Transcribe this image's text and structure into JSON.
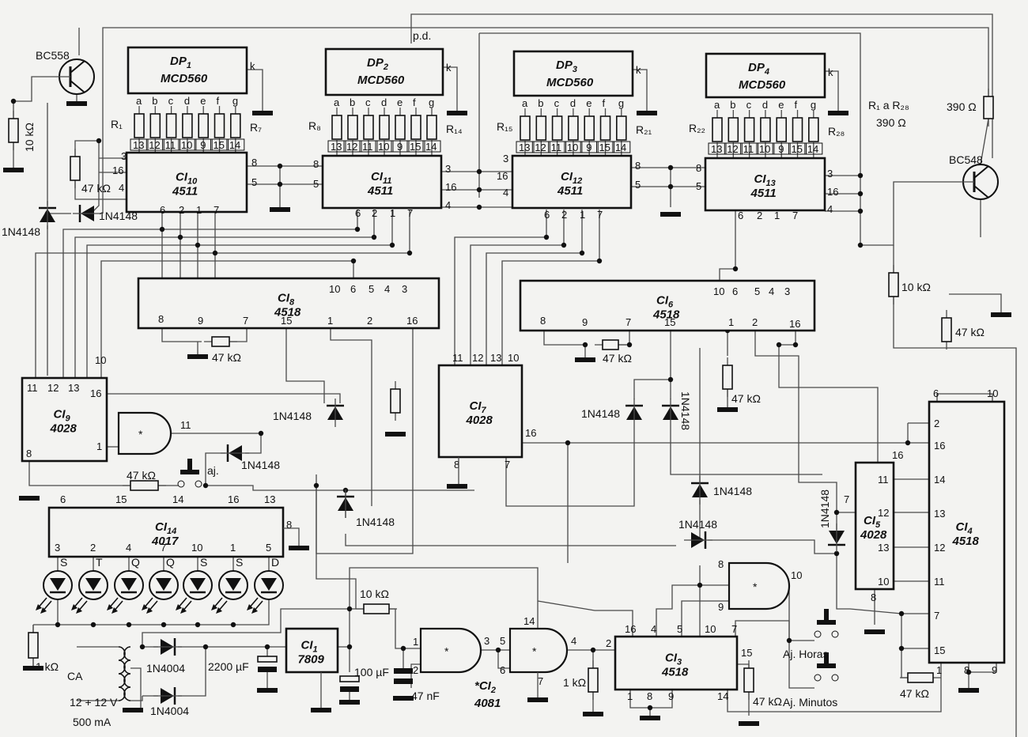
{
  "colors": {
    "ink": "#111111",
    "wire": "#4a4a4a",
    "paper": "#f3f3f1"
  },
  "displays": [
    {
      "name": "DP",
      "sub": "1",
      "part": "MCD560",
      "k": "k",
      "segments": [
        "a",
        "b",
        "c",
        "d",
        "e",
        "f",
        "g"
      ]
    },
    {
      "name": "DP",
      "sub": "2",
      "part": "MCD560",
      "k": "k",
      "segments": [
        "a",
        "b",
        "c",
        "d",
        "e",
        "f",
        "g"
      ]
    },
    {
      "name": "DP",
      "sub": "3",
      "part": "MCD560",
      "k": "k",
      "segments": [
        "a",
        "b",
        "c",
        "d",
        "e",
        "f",
        "g"
      ]
    },
    {
      "name": "DP",
      "sub": "4",
      "part": "MCD560",
      "k": "k",
      "segments": [
        "a",
        "b",
        "c",
        "d",
        "e",
        "f",
        "g"
      ]
    }
  ],
  "resistor_arrays": [
    {
      "first": "R₁",
      "last": "R₇",
      "pins": [
        "13",
        "12",
        "11",
        "10",
        "9",
        "15",
        "14"
      ]
    },
    {
      "first": "R₈",
      "last": "R₁₄",
      "pins": [
        "13",
        "12",
        "11",
        "10",
        "9",
        "15",
        "14"
      ]
    },
    {
      "first": "R₁₅",
      "last": "R₂₁",
      "pins": [
        "13",
        "12",
        "11",
        "10",
        "9",
        "15",
        "14"
      ]
    },
    {
      "first": "R₂₂",
      "last": "R₂₈",
      "pins": [
        "13",
        "12",
        "11",
        "10",
        "9",
        "15",
        "14"
      ]
    }
  ],
  "ics": [
    {
      "id": "ci10",
      "name": "CI",
      "sub": "10",
      "part": "4511",
      "pins": [
        "3",
        "16",
        "4",
        "8",
        "5",
        "6",
        "2",
        "1",
        "7"
      ]
    },
    {
      "id": "ci11",
      "name": "CI",
      "sub": "11",
      "part": "4511",
      "pins": [
        "8",
        "5",
        "3",
        "16",
        "4",
        "6",
        "2",
        "1",
        "7"
      ]
    },
    {
      "id": "ci12",
      "name": "CI",
      "sub": "12",
      "part": "4511",
      "pins": [
        "3",
        "16",
        "4",
        "8",
        "5",
        "6",
        "2",
        "1",
        "7"
      ]
    },
    {
      "id": "ci13",
      "name": "CI",
      "sub": "13",
      "part": "4511",
      "pins": [
        "8",
        "5",
        "3",
        "16",
        "4",
        "6",
        "2",
        "1",
        "7"
      ]
    },
    {
      "id": "ci8",
      "name": "CI",
      "sub": "8",
      "part": "4518",
      "pins": [
        "10",
        "6",
        "5",
        "4",
        "3",
        "8",
        "9",
        "7",
        "15",
        "1",
        "2",
        "16"
      ]
    },
    {
      "id": "ci6",
      "name": "CI",
      "sub": "6",
      "part": "4518",
      "pins": [
        "10",
        "6",
        "5",
        "4",
        "3",
        "8",
        "9",
        "7",
        "15",
        "1",
        "2",
        "16"
      ]
    },
    {
      "id": "ci9",
      "name": "CI",
      "sub": "9",
      "part": "4028",
      "pins": [
        "11",
        "12",
        "13",
        "10",
        "16",
        "1",
        "8"
      ]
    },
    {
      "id": "ci7",
      "name": "CI",
      "sub": "7",
      "part": "4028",
      "pins": [
        "11",
        "12",
        "13",
        "10",
        "16",
        "8",
        "7"
      ]
    },
    {
      "id": "ci14",
      "name": "CI",
      "sub": "14",
      "part": "4017",
      "pins": [
        "6",
        "15",
        "14",
        "16",
        "13",
        "3",
        "2",
        "4",
        "7",
        "10",
        "1",
        "5",
        "8"
      ]
    },
    {
      "id": "ci5",
      "name": "CI",
      "sub": "5",
      "part": "4028",
      "pins": [
        "16",
        "7",
        "11",
        "12",
        "13",
        "10",
        "8"
      ]
    },
    {
      "id": "ci4",
      "name": "CI",
      "sub": "4",
      "part": "4518",
      "pins": [
        "6",
        "10",
        "2",
        "16",
        "14",
        "13",
        "12",
        "11",
        "7",
        "15",
        "1",
        "8",
        "9"
      ]
    },
    {
      "id": "ci3",
      "name": "CI",
      "sub": "3",
      "part": "4518",
      "pins": [
        "16",
        "4",
        "5",
        "10",
        "7",
        "2",
        "15",
        "14",
        "1",
        "8",
        "9"
      ]
    },
    {
      "id": "ci1",
      "name": "CI",
      "sub": "1",
      "part": "7809",
      "pins": []
    }
  ],
  "gates": [
    {
      "id": "g_ci9",
      "mark": "*",
      "pins": [
        "11"
      ]
    },
    {
      "id": "g_ci2a",
      "mark": "*",
      "pins": [
        "1",
        "2",
        "3"
      ]
    },
    {
      "id": "g_ci2b",
      "mark": "*",
      "pins": [
        "5",
        "6",
        "4",
        "14",
        "7"
      ]
    },
    {
      "id": "g_ci3",
      "mark": "*",
      "pins": [
        "8",
        "9",
        "10"
      ]
    }
  ],
  "gate_package": {
    "name": "*CI",
    "sub": "2",
    "part": "4081"
  },
  "leds": [
    "S",
    "T",
    "Q",
    "Q",
    "S",
    "S",
    "D"
  ],
  "labels": [
    {
      "id": "bc558",
      "text": "BC558"
    },
    {
      "id": "r10k_a",
      "text": "10 kΩ"
    },
    {
      "id": "r47k_a",
      "text": "47 kΩ"
    },
    {
      "id": "d_a",
      "text": "1N4148"
    },
    {
      "id": "d_b",
      "text": "1N4148"
    },
    {
      "id": "pd",
      "text": "p.d."
    },
    {
      "id": "r1a28",
      "text": "R₁ a R₂₈"
    },
    {
      "id": "r390_a",
      "text": "390 Ω"
    },
    {
      "id": "r390_b",
      "text": "390 Ω"
    },
    {
      "id": "bc548",
      "text": "BC548"
    },
    {
      "id": "r10k_b",
      "text": "10 kΩ"
    },
    {
      "id": "r47k_b",
      "text": "47 kΩ"
    },
    {
      "id": "r47k_ci8",
      "text": "47 kΩ"
    },
    {
      "id": "r47k_ci6",
      "text": "47 kΩ"
    },
    {
      "id": "r47k_c",
      "text": "47 kΩ"
    },
    {
      "id": "d_c",
      "text": "1N4148"
    },
    {
      "id": "d_d",
      "text": "1N4148"
    },
    {
      "id": "r47k_ci9",
      "text": "47 kΩ"
    },
    {
      "id": "aj",
      "text": "aj."
    },
    {
      "id": "d_e",
      "text": "1N4148"
    },
    {
      "id": "d_f",
      "text": "1N4148"
    },
    {
      "id": "d_g",
      "text": "1N4148"
    },
    {
      "id": "d_h",
      "text": "1N4148"
    },
    {
      "id": "d_i",
      "text": "1N4148"
    },
    {
      "id": "d_j",
      "text": "1N4148"
    },
    {
      "id": "r1k_a",
      "text": "1 kΩ"
    },
    {
      "id": "ca",
      "text": "CA"
    },
    {
      "id": "volt",
      "text": "12 + 12 V"
    },
    {
      "id": "ma",
      "text": "500  mA"
    },
    {
      "id": "d4004_a",
      "text": "1N4004"
    },
    {
      "id": "d4004_b",
      "text": "1N4004"
    },
    {
      "id": "c2200",
      "text": "2200 µF"
    },
    {
      "id": "c100",
      "text": "100 µF"
    },
    {
      "id": "c47n",
      "text": "47 nF"
    },
    {
      "id": "r10k_c",
      "text": "10 kΩ"
    },
    {
      "id": "r1k_b",
      "text": "1 kΩ"
    },
    {
      "id": "r47k_d",
      "text": "47 kΩ"
    },
    {
      "id": "aj_horas",
      "text": "Aj. Horas"
    },
    {
      "id": "aj_minutos",
      "text": "Aj. Minutos"
    },
    {
      "id": "r47k_e",
      "text": "47 kΩ"
    }
  ]
}
